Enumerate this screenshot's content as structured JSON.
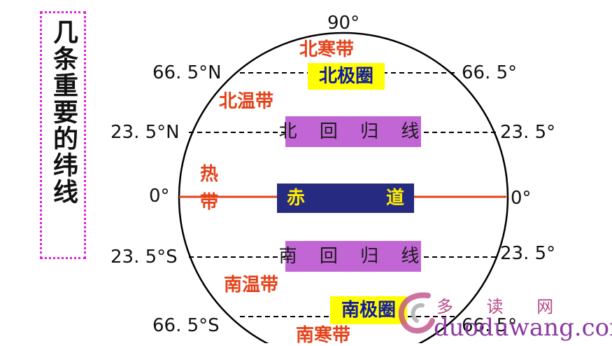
{
  "title": "几条重要的纬线",
  "top_label": "90°",
  "lines": {
    "n66": {
      "left": "66. 5°N",
      "right": "66. 5°",
      "box": "北极圈"
    },
    "n23": {
      "left": "23. 5°N",
      "right": "23. 5°",
      "box": "北 回 归 线"
    },
    "eq": {
      "left": "0°",
      "right": "0°",
      "box_a": "赤",
      "box_b": "道"
    },
    "s23": {
      "left": "23. 5°S",
      "right": "23. 5°",
      "box": "南 回 归 线"
    },
    "s66": {
      "left": "66. 5°S",
      "right": "66. 5°",
      "box": "南极圈"
    }
  },
  "zones": {
    "north_frigid": "北寒带",
    "north_temperate": "北温带",
    "tropic_a": "热",
    "tropic_b": "带",
    "south_temperate": "南温带",
    "south_frigid": "南寒带"
  },
  "watermark": {
    "cn": "多 读 网",
    "en": "duoduwang.com"
  },
  "colors": {
    "zone": "#e4421a",
    "equator": "#e4421a",
    "title_border": "#e020d8"
  }
}
